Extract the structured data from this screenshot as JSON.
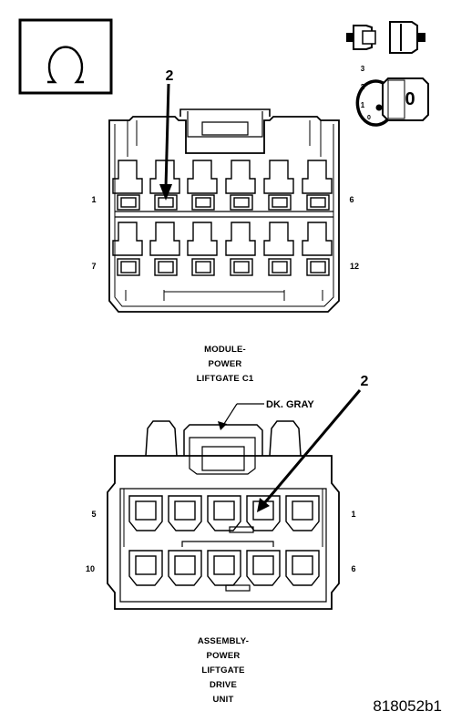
{
  "symbols": {
    "ohm_icon": "ohm-symbol-icon",
    "disconnect_icon": "connector-disconnect-icon",
    "ignition_icon": "ignition-key-icon",
    "ignition_positions": [
      "3",
      "2",
      "1",
      "0"
    ],
    "ignition_key_label": "0"
  },
  "connector_c1": {
    "callout": "2",
    "pin_left_top": "1",
    "pin_right_top": "6",
    "pin_left_bottom": "7",
    "pin_right_bottom": "12",
    "caption_lines": [
      "MODULE-",
      "POWER",
      "LIFTGATE C1"
    ]
  },
  "connector_drive": {
    "callout": "2",
    "color_label": "DK. GRAY",
    "pin_left_top": "5",
    "pin_right_top": "1",
    "pin_left_bottom": "10",
    "pin_right_bottom": "6",
    "caption_lines": [
      "ASSEMBLY-",
      "POWER",
      "LIFTGATE",
      "DRIVE",
      "UNIT"
    ]
  },
  "figure_id": "818052b1"
}
